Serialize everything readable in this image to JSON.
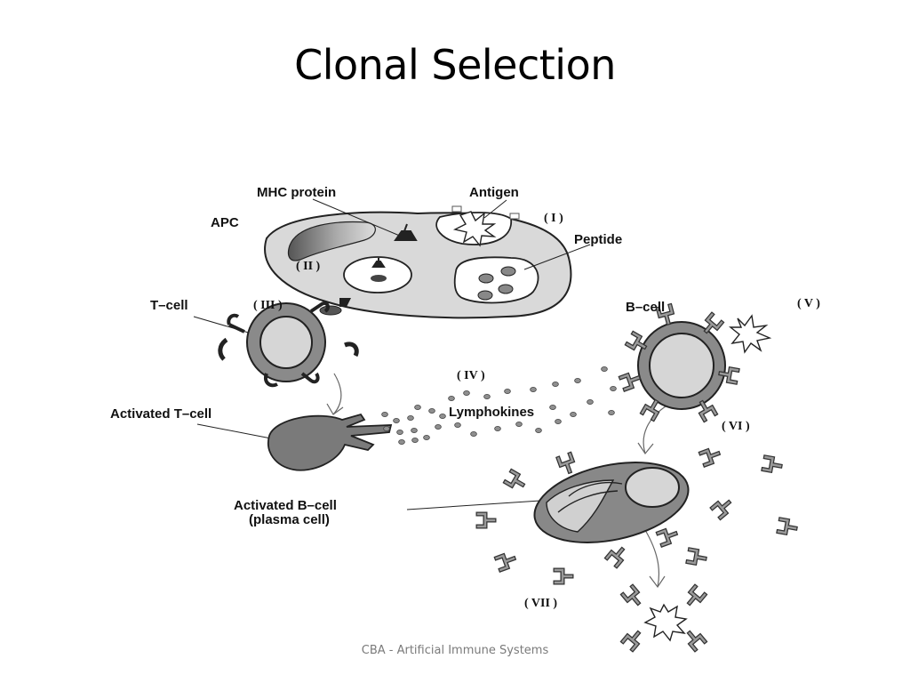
{
  "title": "Clonal Selection",
  "footer": "CBA - Artificial Immune Systems",
  "labels": {
    "mhc_protein": "MHC protein",
    "antigen": "Antigen",
    "apc": "APC",
    "peptide": "Peptide",
    "t_cell": "T–cell",
    "b_cell": "B–cell",
    "activated_t_cell": "Activated T–cell",
    "lymphokines": "Lymphokines",
    "activated_b_cell_1": "Activated B–cell",
    "activated_b_cell_2": "(plasma cell)"
  },
  "stages": {
    "i": "( I )",
    "ii": "( II )",
    "iii": "( III )",
    "iv": "( IV )",
    "v": "( V )",
    "vi": "( VI )",
    "vii": "( VII )"
  }
}
